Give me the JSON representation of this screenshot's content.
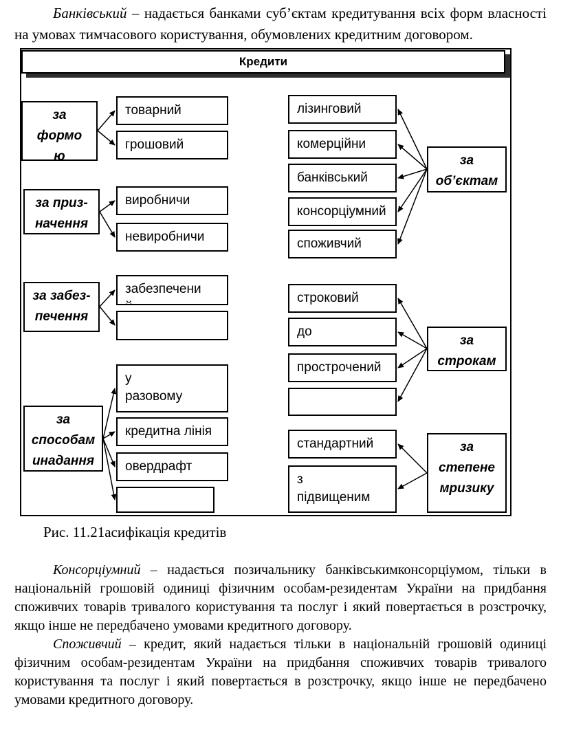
{
  "intro": {
    "term": "Банківський",
    "text": " – надається банками суб’єктам кредитування  всіх форм власності на умовах тимчасового користування, обумовлених кредитним договором."
  },
  "diagram": {
    "title": "Кредити",
    "left_groups": [
      {
        "label": "за\nформо\nю",
        "items": [
          "товарний",
          "грошовий"
        ]
      },
      {
        "label": "за приз-\nначення",
        "items": [
          "виробничи",
          "невиробничи"
        ]
      },
      {
        "label": "за забез-\nпечення\nм",
        "items": [
          "забезпечени\nй",
          ""
        ]
      },
      {
        "label": "за\nспособам\nинадання",
        "items": [
          "у\nразовому",
          "кредитна лінія",
          "овердрафт",
          ""
        ]
      }
    ],
    "right_groups": [
      {
        "label": "за\nоб’єктам",
        "items": [
          "лізинговий",
          "комерційни",
          "банківський",
          "консорціумний",
          "споживчий"
        ]
      },
      {
        "label": "за\nстрокам",
        "items": [
          "строковий",
          "до",
          "прострочений",
          ""
        ]
      },
      {
        "label": "за\nстепене\nмризику",
        "items": [
          "стандартний",
          "з\nпідвищеним"
        ]
      }
    ]
  },
  "caption": "Рис. 11.21асифікація кредитів",
  "definitions": [
    {
      "term": "Консорціумний",
      "text": " – надається позичальнику банківськимконсорціумом, тільки в національній грошовій одиниці фізичним особам-резидентам України на придбання споживчих товарів тривалого користування та послуг і який повертається в розстрочку, якщо інше не передбачено умовами кредитного договору."
    },
    {
      "term": "Споживчий",
      "text": " – кредит, який надається тільки в  національній грошовій одиниці фізичним особам-резидентам України на придбання споживчих товарів тривалого користування та послуг і який повертається в розстрочку, якщо інше не передбачено умовами кредитного договору."
    }
  ]
}
